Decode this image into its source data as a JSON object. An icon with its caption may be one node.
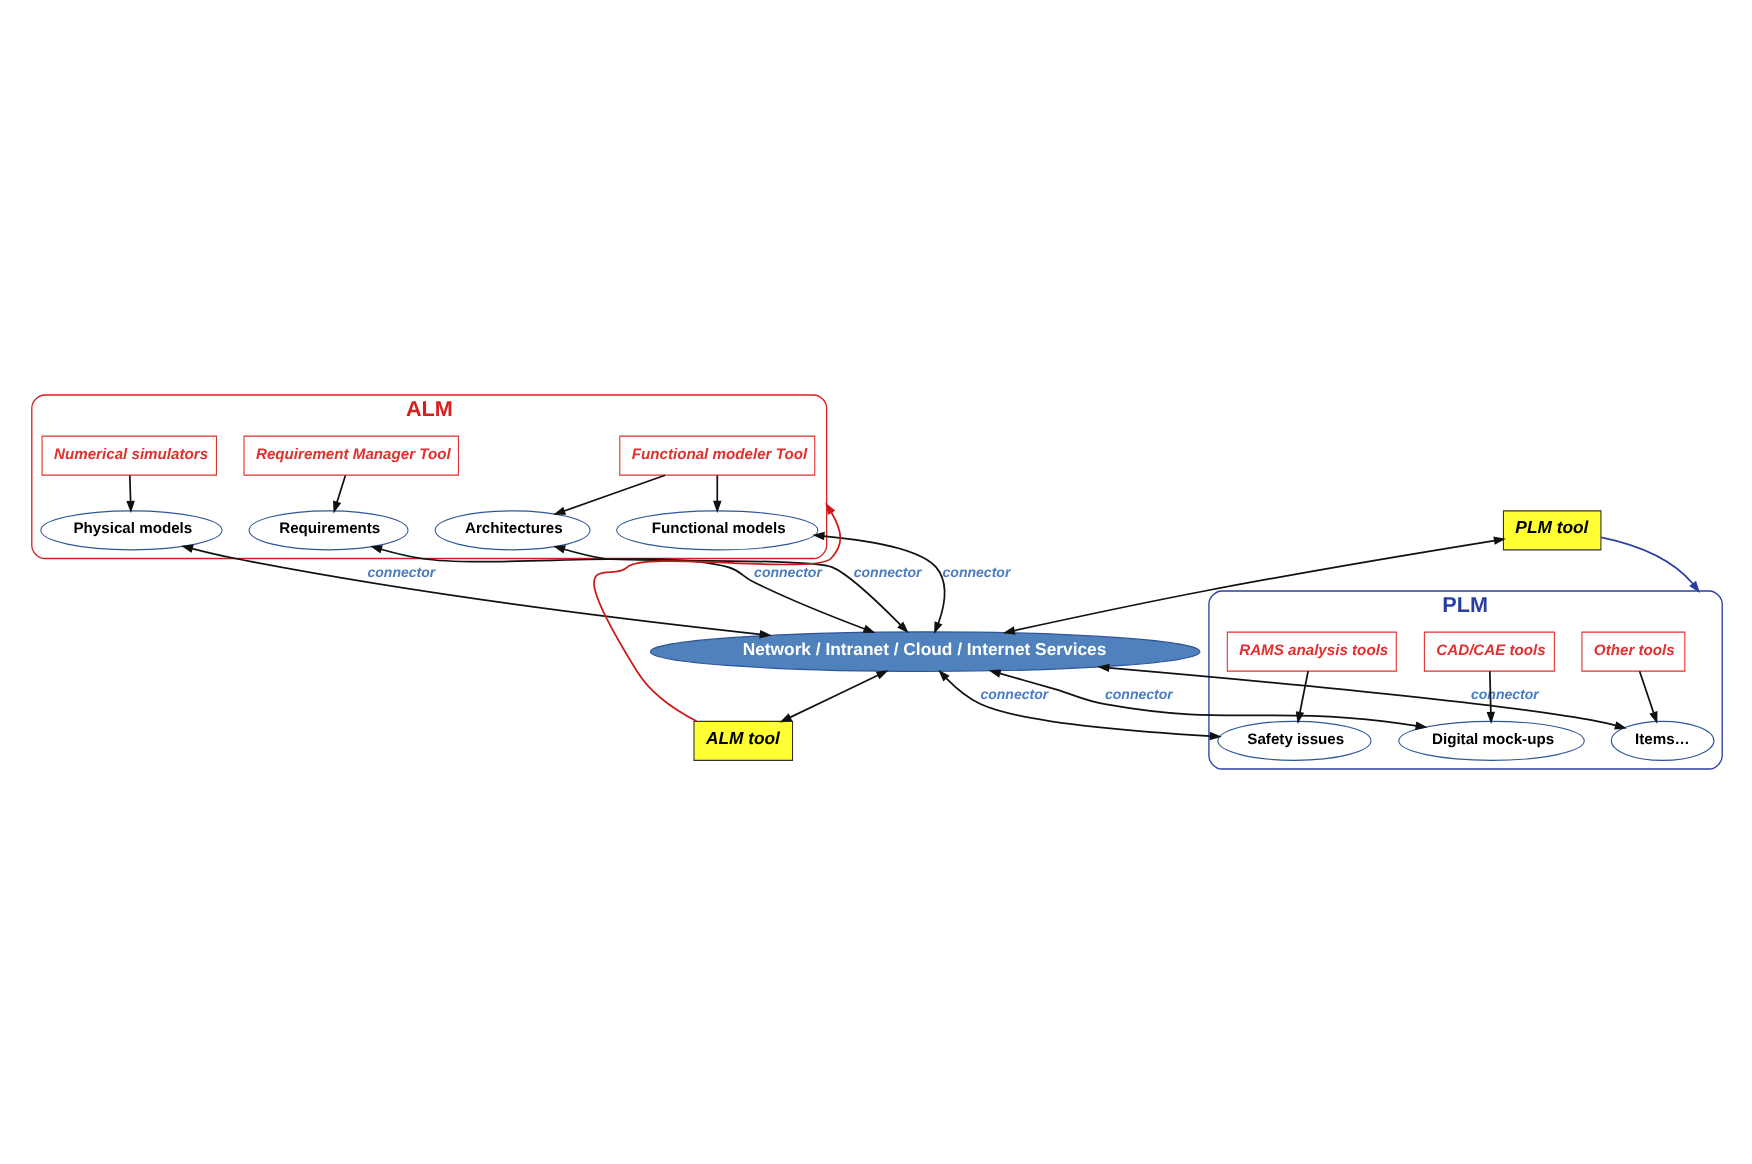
{
  "diagram": {
    "nodes": [
      {
        "text": [
          "ALM"
        ]
      },
      {
        "text": [
          "Functional modeler Tool"
        ],
        "in": 0
      },
      {
        "text": [
          "Numerical simulators"
        ],
        "in": 0
      },
      {
        "text": [
          "Requirement Manager Tool"
        ],
        "in": 0
      },
      {
        "text": [
          "Functional models"
        ],
        "in": 0
      },
      {
        "text": [
          "Architectures"
        ],
        "in": 0
      },
      {
        "text": [
          "Physical models"
        ],
        "in": 0
      },
      {
        "text": [
          "Requirements"
        ],
        "in": 0
      },
      {
        "text": [
          "Network / Intranet / Cloud / Internet Services"
        ]
      },
      {
        "text": [
          "ALM tool"
        ]
      },
      {
        "text": [
          "PLM tool"
        ]
      },
      {
        "text": [
          "PLM"
        ]
      },
      {
        "text": [
          "Items…"
        ],
        "in": 11
      },
      {
        "text": [
          "Safety issues"
        ],
        "in": 11
      },
      {
        "text": [
          "Digital mock-ups"
        ],
        "in": 11
      },
      {
        "text": [
          "Other tools"
        ],
        "in": 11
      },
      {
        "text": [
          "RAMS analysis tools"
        ],
        "in": 11
      },
      {
        "text": [
          "CAD/CAE tools"
        ],
        "in": 11
      }
    ],
    "edges": [
      {
        "from": 1,
        "to": 4,
        "arrow": "to"
      },
      {
        "from": 1,
        "to": 5,
        "arrow": "to"
      },
      {
        "from": 2,
        "to": 6,
        "arrow": "to"
      },
      {
        "from": 3,
        "to": 7,
        "arrow": "to"
      },
      {
        "from": 7,
        "to": 8,
        "arrow": "both",
        "label": "connector"
      },
      {
        "from": 4,
        "to": 8,
        "arrow": "both",
        "label": "connector"
      },
      {
        "from": 5,
        "to": 8,
        "arrow": "both",
        "label": "connector"
      },
      {
        "from": 6,
        "to": 8,
        "arrow": "both",
        "label": "connector"
      },
      {
        "from": 8,
        "to": 9,
        "arrow": "both"
      },
      {
        "from": 9,
        "to": 0,
        "arrow": "to",
        "color": "#cc1a1a"
      },
      {
        "from": 10,
        "to": 8,
        "arrow": "both"
      },
      {
        "from": 10,
        "to": 11,
        "arrow": "to",
        "color": "#2b3da0"
      },
      {
        "from": 8,
        "to": 12,
        "arrow": "both",
        "label": "connector"
      },
      {
        "from": 8,
        "to": 13,
        "arrow": "both",
        "label": "connector"
      },
      {
        "from": 8,
        "to": 14,
        "arrow": "both",
        "label": "connector"
      },
      {
        "from": 15,
        "to": 12,
        "arrow": "to"
      },
      {
        "from": 16,
        "to": 13,
        "arrow": "to"
      },
      {
        "from": 17,
        "to": 14,
        "arrow": "to"
      }
    ]
  }
}
